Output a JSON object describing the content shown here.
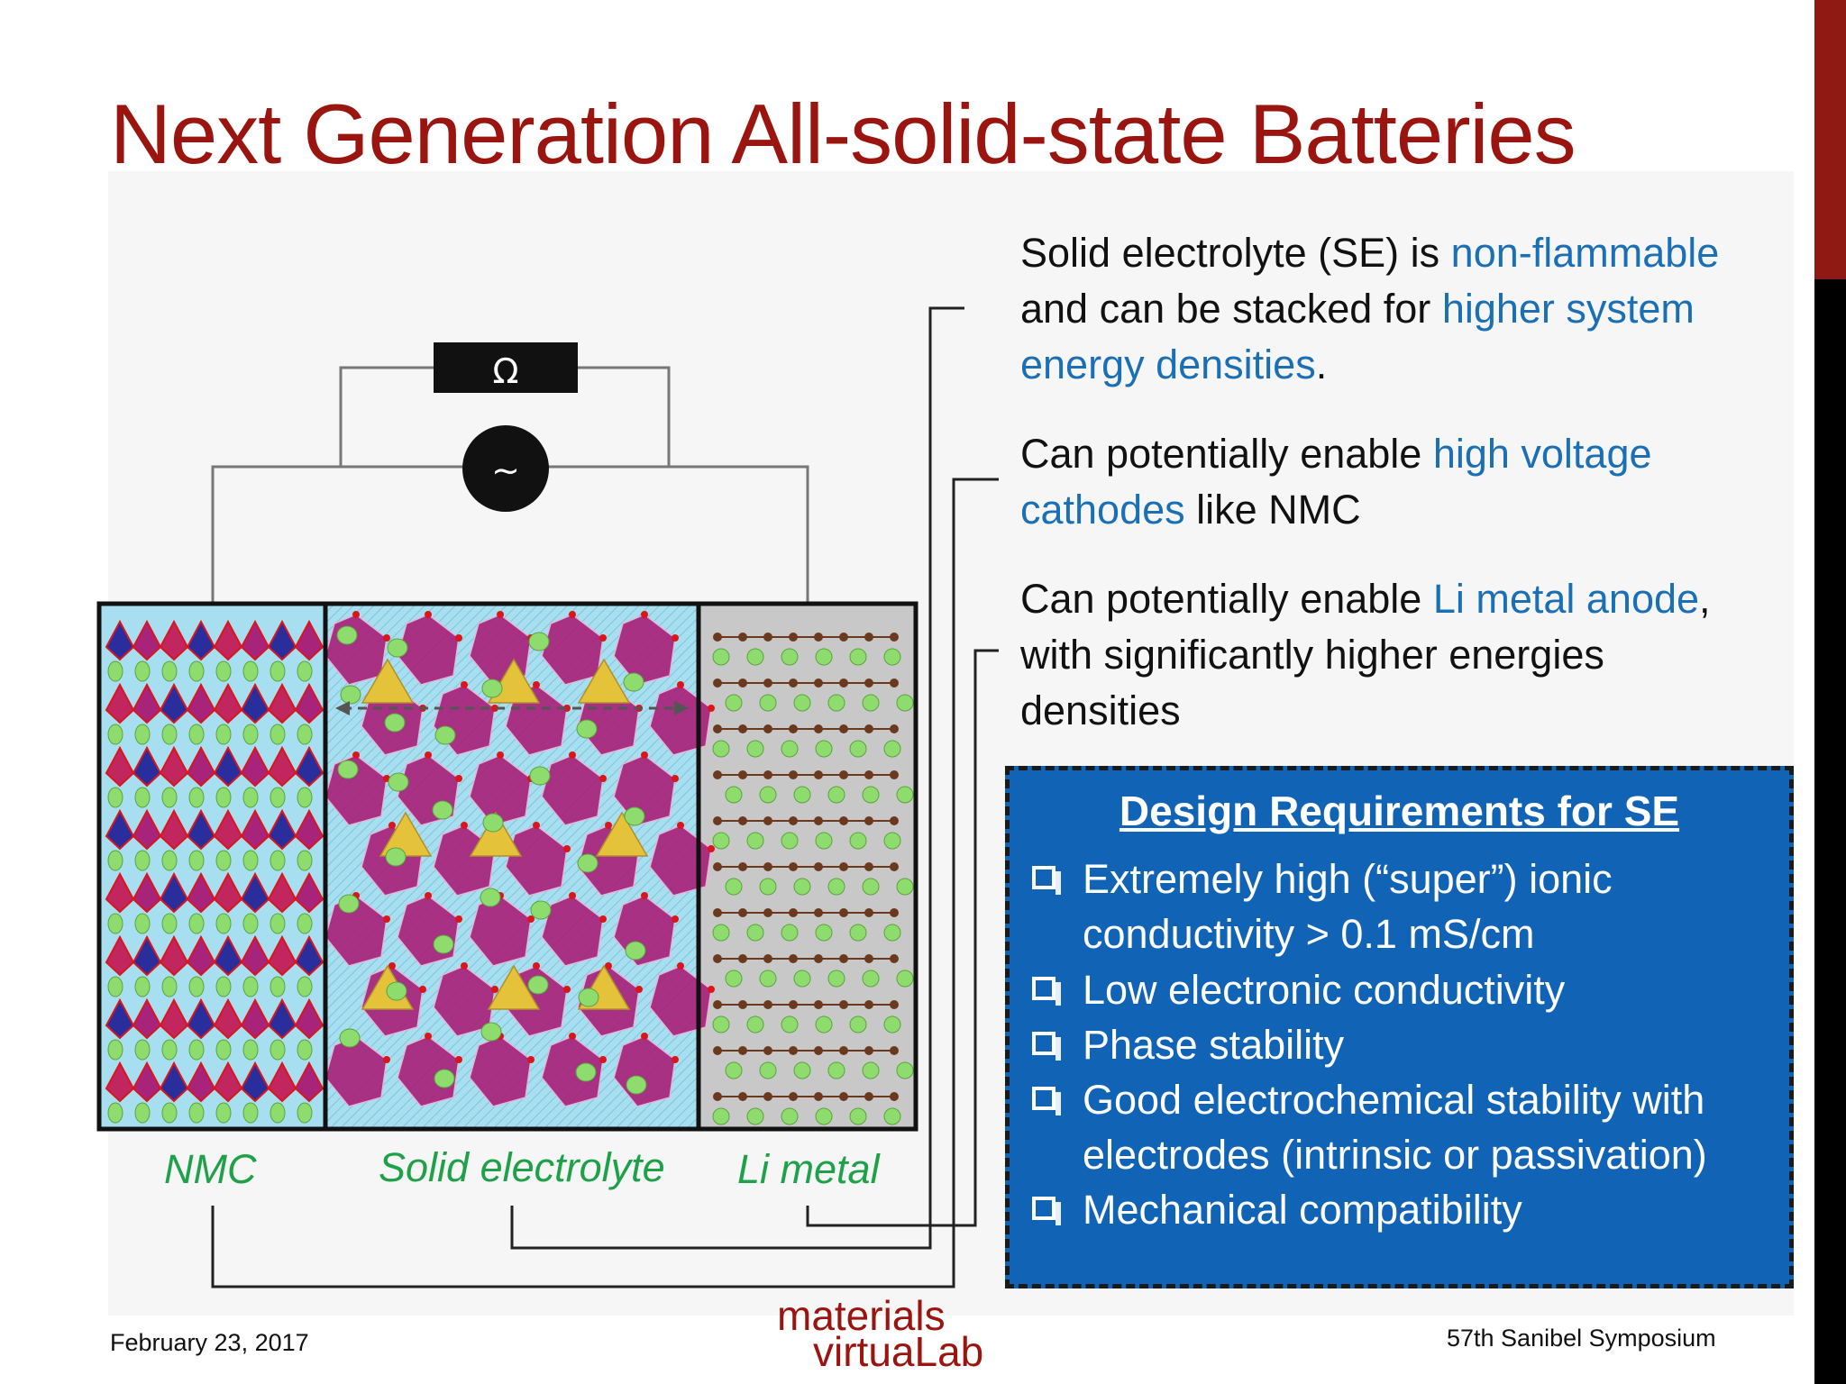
{
  "title": "Next Generation All-solid-state Batteries",
  "diagram": {
    "ohm_symbol": "Ω",
    "ac_symbol": "~",
    "labels": {
      "nmc": "NMC",
      "electrolyte": "Solid electrolyte",
      "li_metal": "Li metal"
    },
    "colors": {
      "panel_bg": "#a8dff0",
      "li_bg": "#c8c8c8",
      "polyhedra_magenta": "#a8237a",
      "polyhedra_yellow": "#e4c33a",
      "polyhedra_blue": "#2a2e9c",
      "li_ion_green": "#8fdc6e",
      "oxygen_red": "#d8161c",
      "carbon_brown": "#6b3a1e"
    }
  },
  "points": [
    {
      "parts": [
        {
          "text": "Solid electrolyte (SE) is ",
          "hl": false
        },
        {
          "text": "non-flammable",
          "hl": true
        },
        {
          "text": " and can be stacked for ",
          "hl": false
        },
        {
          "text": "higher system energy densities",
          "hl": true
        },
        {
          "text": ".",
          "hl": false
        }
      ]
    },
    {
      "parts": [
        {
          "text": "Can potentially enable ",
          "hl": false
        },
        {
          "text": "high voltage cathodes",
          "hl": true
        },
        {
          "text": " like NMC",
          "hl": false
        }
      ]
    },
    {
      "parts": [
        {
          "text": "Can potentially enable ",
          "hl": false
        },
        {
          "text": "Li metal anode",
          "hl": true
        },
        {
          "text": ", with significantly higher energies densities",
          "hl": false
        }
      ]
    }
  ],
  "requirements": {
    "heading": "Design Requirements for SE",
    "items": [
      "Extremely high (“super”) ionic conductivity > 0.1 mS/cm",
      "Low electronic conductivity",
      "Phase stability",
      "Good electrochemical stability with electrodes (intrinsic or passivation)",
      "Mechanical compatibility"
    ]
  },
  "footer": {
    "date": "February 23, 2017",
    "conference": "57th Sanibel Symposium",
    "logo_line1": "materials",
    "logo_line2": "virtuaLab"
  },
  "colors": {
    "title_red": "#9b1510",
    "highlight_blue": "#1b6fb4",
    "label_green": "#1fa14a",
    "box_blue": "#1163b6"
  }
}
